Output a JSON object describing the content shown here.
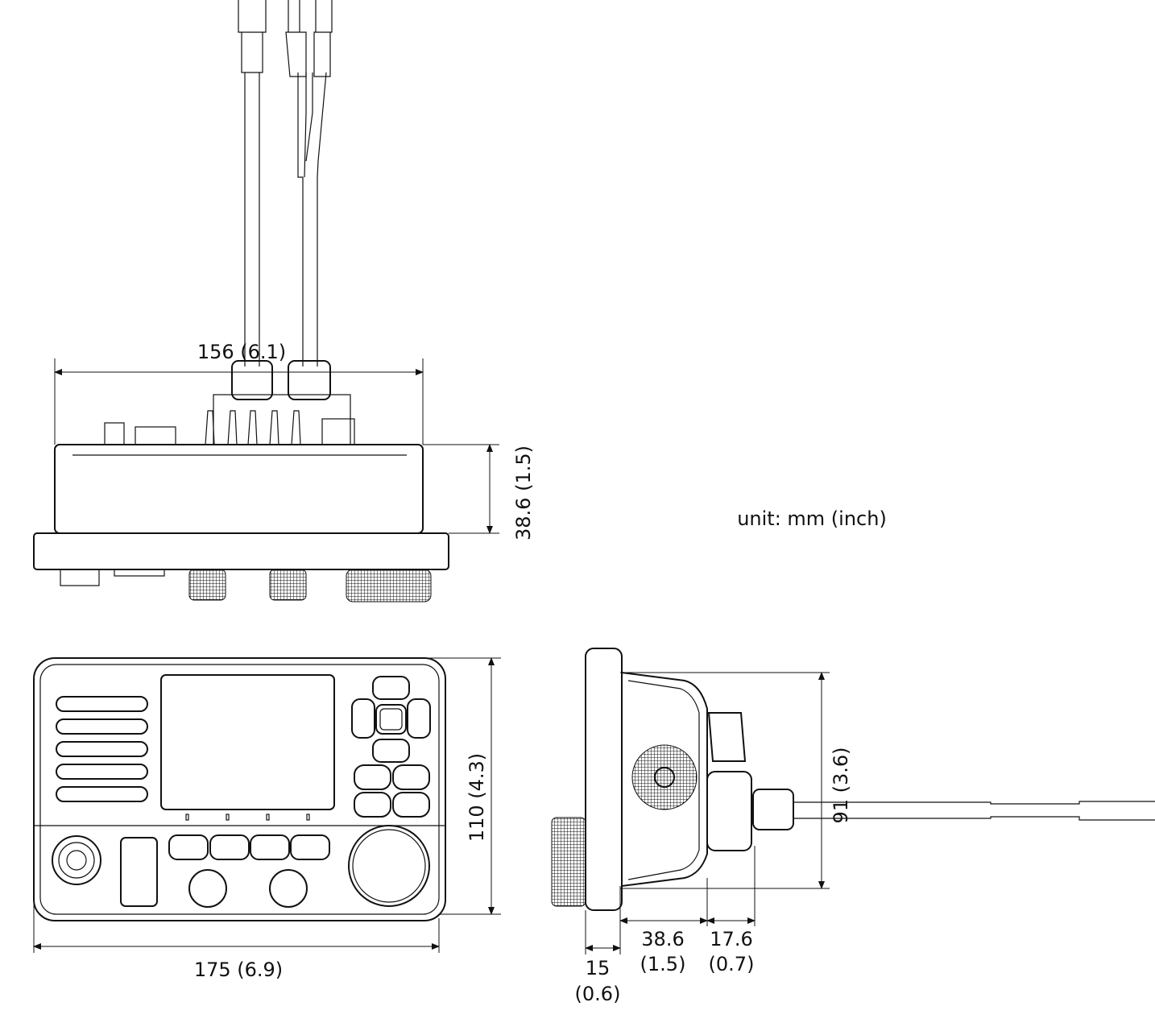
{
  "unit_note": "unit: mm (inch)",
  "top_view": {
    "width_label": "156 (6.1)",
    "height_label": "38.6 (1.5)"
  },
  "front_view": {
    "height_label": "110 (4.3)",
    "width_label": "175 (6.9)"
  },
  "side_view": {
    "height_label": "91 (3.6)",
    "flange_depth_mm": "15",
    "flange_depth_in": "(0.6)",
    "body_depth_mm": "38.6",
    "body_depth_in": "(1.5)",
    "connector_depth_mm": "17.6",
    "connector_depth_in": "(0.7)"
  }
}
